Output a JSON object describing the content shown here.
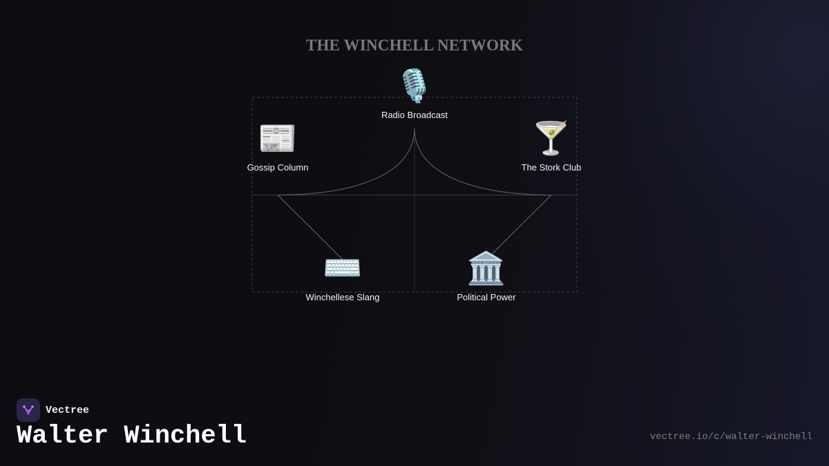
{
  "diagram": {
    "title": "THE WINCHELL NETWORK",
    "nodes": [
      {
        "id": "radio",
        "icon": "microphone-icon",
        "glyph": "🎙️",
        "label": "Radio Broadcast"
      },
      {
        "id": "gossip",
        "icon": "newspaper-icon",
        "glyph": "📰",
        "label": "Gossip Column"
      },
      {
        "id": "stork",
        "icon": "cocktail-icon",
        "glyph": "🍸",
        "label": "The Stork Club"
      },
      {
        "id": "slang",
        "icon": "keyboard-icon",
        "glyph": "⌨️",
        "label": "Winchellese Slang"
      },
      {
        "id": "politics",
        "icon": "classical-building-icon",
        "glyph": "🏛️",
        "label": "Political Power"
      }
    ],
    "edges": [
      {
        "from": "radio",
        "to": "gossip"
      },
      {
        "from": "radio",
        "to": "stork"
      },
      {
        "from": "gossip",
        "to": "slang"
      },
      {
        "from": "stork",
        "to": "politics"
      }
    ],
    "colors": {
      "edge": "#6a6a6e",
      "frame": "#3a3a3e",
      "label": "#f2f2f2",
      "title": "#7a7a7d"
    }
  },
  "footer": {
    "brand_icon": "vectree-logo-icon",
    "brand_name": "Vectree",
    "page_title": "Walter Winchell",
    "url": "vectree.io/c/walter-winchell",
    "accent": "#a855f7"
  }
}
